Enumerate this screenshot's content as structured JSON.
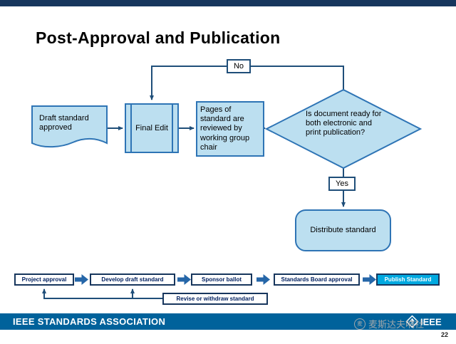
{
  "slide": {
    "title": "Post-Approval and Publication",
    "page_number": "22",
    "watermark": "麦斯达夫响社"
  },
  "flowchart": {
    "draft_label": "Draft standard approved",
    "final_edit_label": "Final Edit",
    "pages_label": "Pages of standard are reviewed by working group chair",
    "decision_label": "Is document ready for both electronic and print publication?",
    "no_label": "No",
    "yes_label": "Yes",
    "distribute_label": "Distribute standard"
  },
  "process_bar": {
    "steps": [
      {
        "label": "Project approval"
      },
      {
        "label": "Develop draft standard"
      },
      {
        "label": "Sponsor ballot"
      },
      {
        "label": "Standards Board approval"
      },
      {
        "label": "Publish Standard",
        "highlighted": true
      }
    ],
    "revise_label": "Revise or withdraw standard"
  },
  "footer": {
    "org_name": "IEEE STANDARDS ASSOCIATION",
    "logo_text": "IEEE"
  },
  "icons": {
    "step_arrow": "right-arrow",
    "logo": "ieee-kite-diamond"
  },
  "colors": {
    "top_bar": "#17365D",
    "shape_fill": "#BCDFF0",
    "shape_border": "#2E74B5",
    "connector": "#1F4E79",
    "footer_bar": "#00629B",
    "highlight_fill": "#00A9E0",
    "step_arrow": "#2566A8"
  }
}
